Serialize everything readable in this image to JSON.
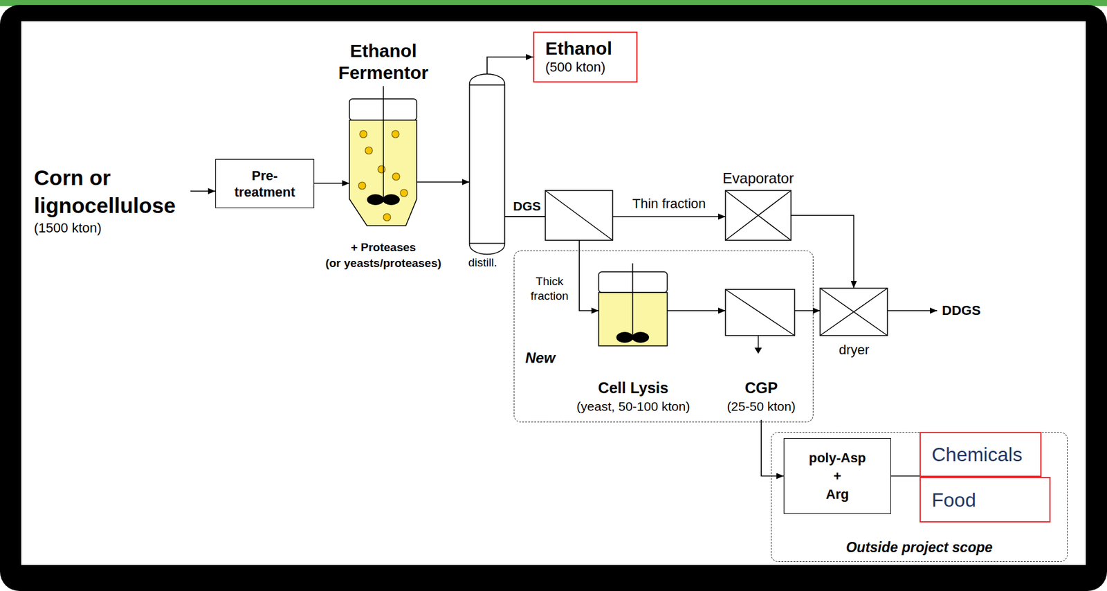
{
  "diagram": {
    "nodes": [
      {
        "text": [
          "Corn or lignocellulose",
          "(1500 kton)"
        ]
      },
      {
        "text": [
          "Pre- treatment"
        ]
      },
      {
        "text": [
          "Ethanol Fermentor",
          "+ Proteases",
          "(or yeasts/proteases)"
        ]
      },
      {
        "text": [
          "Ethanol",
          "(500 kton)"
        ]
      },
      {
        "text": [
          "distill."
        ]
      },
      {
        "text": [
          "Evaporator"
        ]
      },
      {
        "text": [
          "New"
        ]
      },
      {
        "text": [
          "Cell Lysis",
          "(yeast, 50-100 kton)"
        ],
        "in": 6
      },
      {
        "text": [
          "CGP",
          "(25-50 kton)"
        ],
        "in": 6
      },
      {
        "text": [
          "dryer"
        ]
      },
      {
        "text": [
          "DDGS"
        ]
      },
      {
        "text": [
          "Outside project scope"
        ]
      },
      {
        "text": [
          "poly-Asp + Arg"
        ],
        "in": 11
      },
      {
        "text": [
          "Chemicals"
        ],
        "in": 11
      },
      {
        "text": [
          "Food"
        ],
        "in": 11
      }
    ],
    "edges": [
      {
        "from": 0,
        "to": 1,
        "arrow": "to"
      },
      {
        "from": 1,
        "to": 2,
        "arrow": "to"
      },
      {
        "from": 2,
        "to": 4,
        "arrow": "to"
      },
      {
        "from": 4,
        "to": 3,
        "arrow": "to"
      },
      {
        "from": 4,
        "to": 5,
        "label": "Thin fraction",
        "arrow": "to"
      },
      {
        "from": 4,
        "to": 7,
        "label": "Thick fraction",
        "arrow": "to"
      },
      {
        "from": 7,
        "to": 8,
        "arrow": "to"
      },
      {
        "from": 8,
        "to": 9,
        "arrow": "to"
      },
      {
        "from": 5,
        "to": 9,
        "arrow": "to"
      },
      {
        "from": 9,
        "to": 10,
        "arrow": "to"
      },
      {
        "from": 8,
        "to": 12,
        "arrow": "to"
      },
      {
        "from": 12,
        "to": 13,
        "arrow": "none"
      }
    ],
    "labels": [
      "DGS"
    ]
  }
}
